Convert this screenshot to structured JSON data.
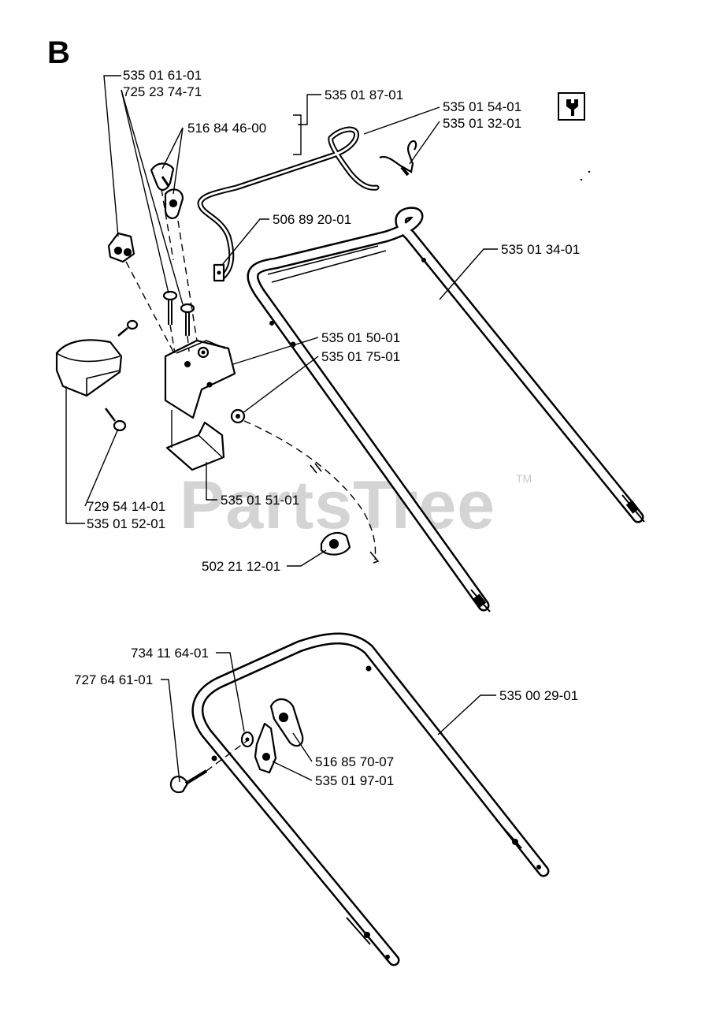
{
  "section_letter": "B",
  "watermark": "PartsTree",
  "watermark_tm": "TM",
  "tool_icon": "wrench-icon",
  "labels": [
    {
      "id": "p1",
      "text": "535 01 61-01"
    },
    {
      "id": "p2",
      "text": "725 23 74-71"
    },
    {
      "id": "p3",
      "text": "535 01 87-01"
    },
    {
      "id": "p4",
      "text": "516 84 46-00"
    },
    {
      "id": "p5",
      "text": "535 01 54-01"
    },
    {
      "id": "p6",
      "text": "535 01 32-01"
    },
    {
      "id": "p7",
      "text": "506 89 20-01"
    },
    {
      "id": "p8",
      "text": "535 01 34-01"
    },
    {
      "id": "p9",
      "text": "535 01 50-01"
    },
    {
      "id": "p10",
      "text": "535 01 75-01"
    },
    {
      "id": "p11",
      "text": "729 54 14-01"
    },
    {
      "id": "p12",
      "text": "535 01 52-01"
    },
    {
      "id": "p13",
      "text": "535 01 51-01"
    },
    {
      "id": "p14",
      "text": "502 21 12-01"
    },
    {
      "id": "p15",
      "text": "734 11 64-01"
    },
    {
      "id": "p16",
      "text": "727 64 61-01"
    },
    {
      "id": "p17",
      "text": "535 00 29-01"
    },
    {
      "id": "p18",
      "text": "516 85 70-07"
    },
    {
      "id": "p19",
      "text": "535 01 97-01"
    }
  ]
}
